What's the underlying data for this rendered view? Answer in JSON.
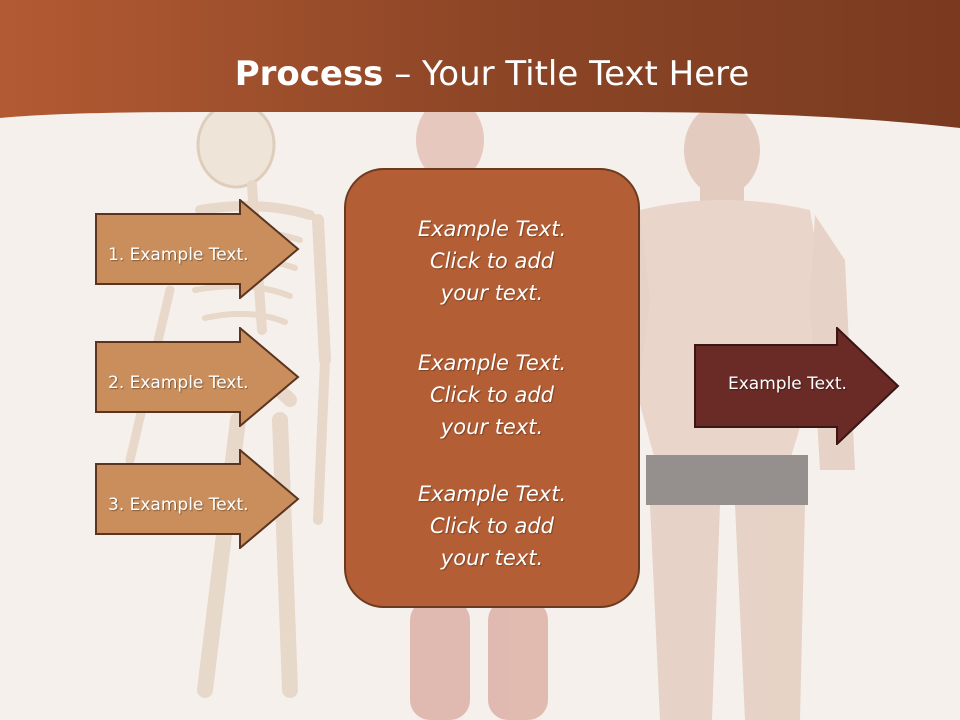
{
  "title": {
    "bold": "Process",
    "rest": " – Your Title Text Here"
  },
  "left_arrows": [
    {
      "label": "1. Example Text."
    },
    {
      "label": "2. Example Text."
    },
    {
      "label": "3. Example Text."
    }
  ],
  "center_box": {
    "paragraphs": [
      {
        "line1": "Example Text.",
        "line2": "Click  to add",
        "line3": "your text."
      },
      {
        "line1": "Example Text.",
        "line2": "Click  to add",
        "line3": "your text."
      },
      {
        "line1": "Example Text.",
        "line2": "Click  to add",
        "line3": "your text."
      }
    ]
  },
  "right_arrow": {
    "label": "Example Text."
  },
  "colors": {
    "header": "#8a4525",
    "left_arrow_fill": "#c98e5c",
    "center_box_fill": "#b35e34",
    "right_arrow_fill": "#6a2a26",
    "background": "#f6f0ec"
  },
  "background_image": {
    "description_icon": "anatomy-figures-illustration"
  }
}
